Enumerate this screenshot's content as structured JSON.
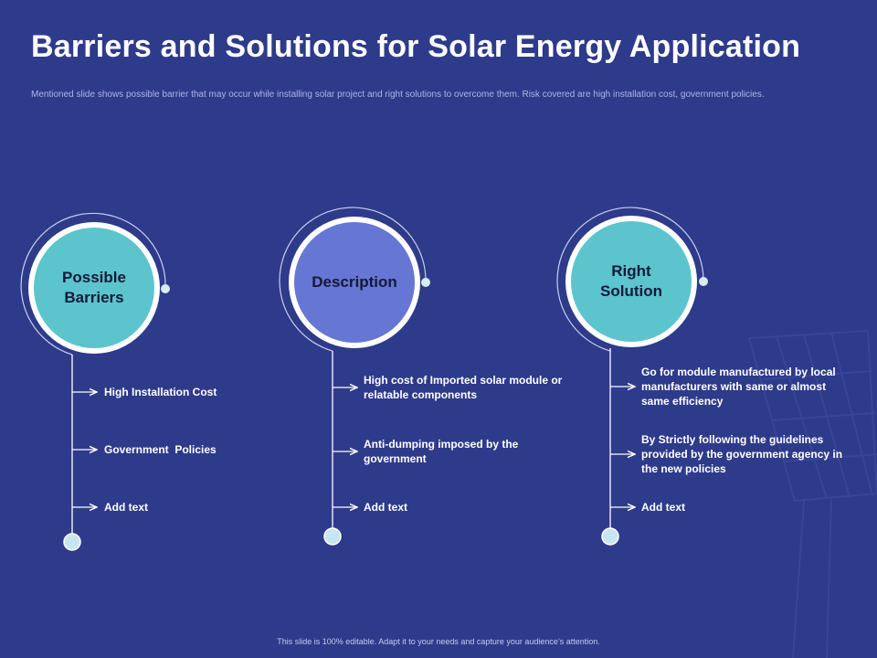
{
  "slide": {
    "title": "Barriers and Solutions for Solar Energy Application",
    "subtitle": "Mentioned slide shows possible barrier that may occur while installing solar project and right solutions to overcome them. Risk covered are high installation cost, government policies.",
    "footer": "This slide is 100% editable. Adapt it to your needs and capture your audience’s attention."
  },
  "columns": [
    {
      "heading": "Possible Barriers",
      "items": [
        "High Installation Cost",
        "Government  Policies",
        "Add text"
      ]
    },
    {
      "heading": "Description",
      "items": [
        "High cost of Imported solar module or relatable components",
        "Anti-dumping imposed by the government",
        "Add text"
      ]
    },
    {
      "heading": "Right Solution",
      "items": [
        "Go for module manufactured by local manufacturers with same or almost same efficiency",
        "By Strictly following the guidelines provided by the government agency in the new policies",
        "Add text"
      ]
    }
  ],
  "colors": {
    "background": "#2e3a8a",
    "teal": "#5cc4cc",
    "periwinkle": "#6676d4"
  }
}
